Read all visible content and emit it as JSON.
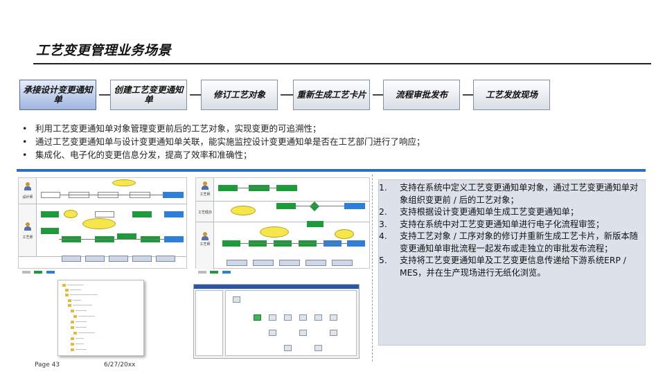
{
  "page": {
    "title": "工艺变更管理业务场景",
    "footer_page": "Page 43",
    "footer_date": "6/27/20xx"
  },
  "flow": {
    "steps": [
      {
        "label": "承接设计变更通知单",
        "active": true
      },
      {
        "label": "创建工艺变更通知单",
        "active": false
      },
      {
        "label": "修订工艺对象",
        "active": false
      },
      {
        "label": "重新生成工艺卡片",
        "active": false
      },
      {
        "label": "流程审批发布",
        "active": false
      },
      {
        "label": "工艺发放现场",
        "active": false
      }
    ]
  },
  "bullets": [
    "利用工艺变更通知单对象管理变更前后的工艺对象，实现变更的可追溯性；",
    "通过工艺变更通知单与设计变更通知单关联，能实施监控设计变更通知单是否在工艺部门进行了响应；",
    "集成化、电子化的变更信息分发，提高了效率和准确性；"
  ],
  "features": [
    {
      "num": "1.",
      "text": "支持在系统中定义工艺变更通知单对象，通过工艺变更通知单对象组织变更前 / 后的工艺对象；"
    },
    {
      "num": "2.",
      "text": "支持根据设计变更通知单生成工艺变更通知单；"
    },
    {
      "num": "3.",
      "text": "支持在系统中对工艺变更通知单进行电子化流程审签；"
    },
    {
      "num": "4.",
      "text": "支持工艺对象 / 工序对象的修订并重新生成工艺卡片，新版本随变更通知单审批流程一起发布或走独立的审批发布流程；"
    },
    {
      "num": "5.",
      "text": "支持将工艺变更通知单及工艺变更信息传递给下游系统ERP / MES，并在生产现场进行无纸化浏览。"
    }
  ],
  "diagram_left": {
    "lanes": [
      "设计师",
      "工艺师"
    ]
  },
  "diagram_right": {
    "lanes": [
      "工艺师",
      "工艺经办",
      "工艺师"
    ]
  },
  "colors": {
    "accent_blue": "#2f6fbf",
    "panel_bg": "#dde2ea",
    "step_active": "#9fb6df"
  }
}
